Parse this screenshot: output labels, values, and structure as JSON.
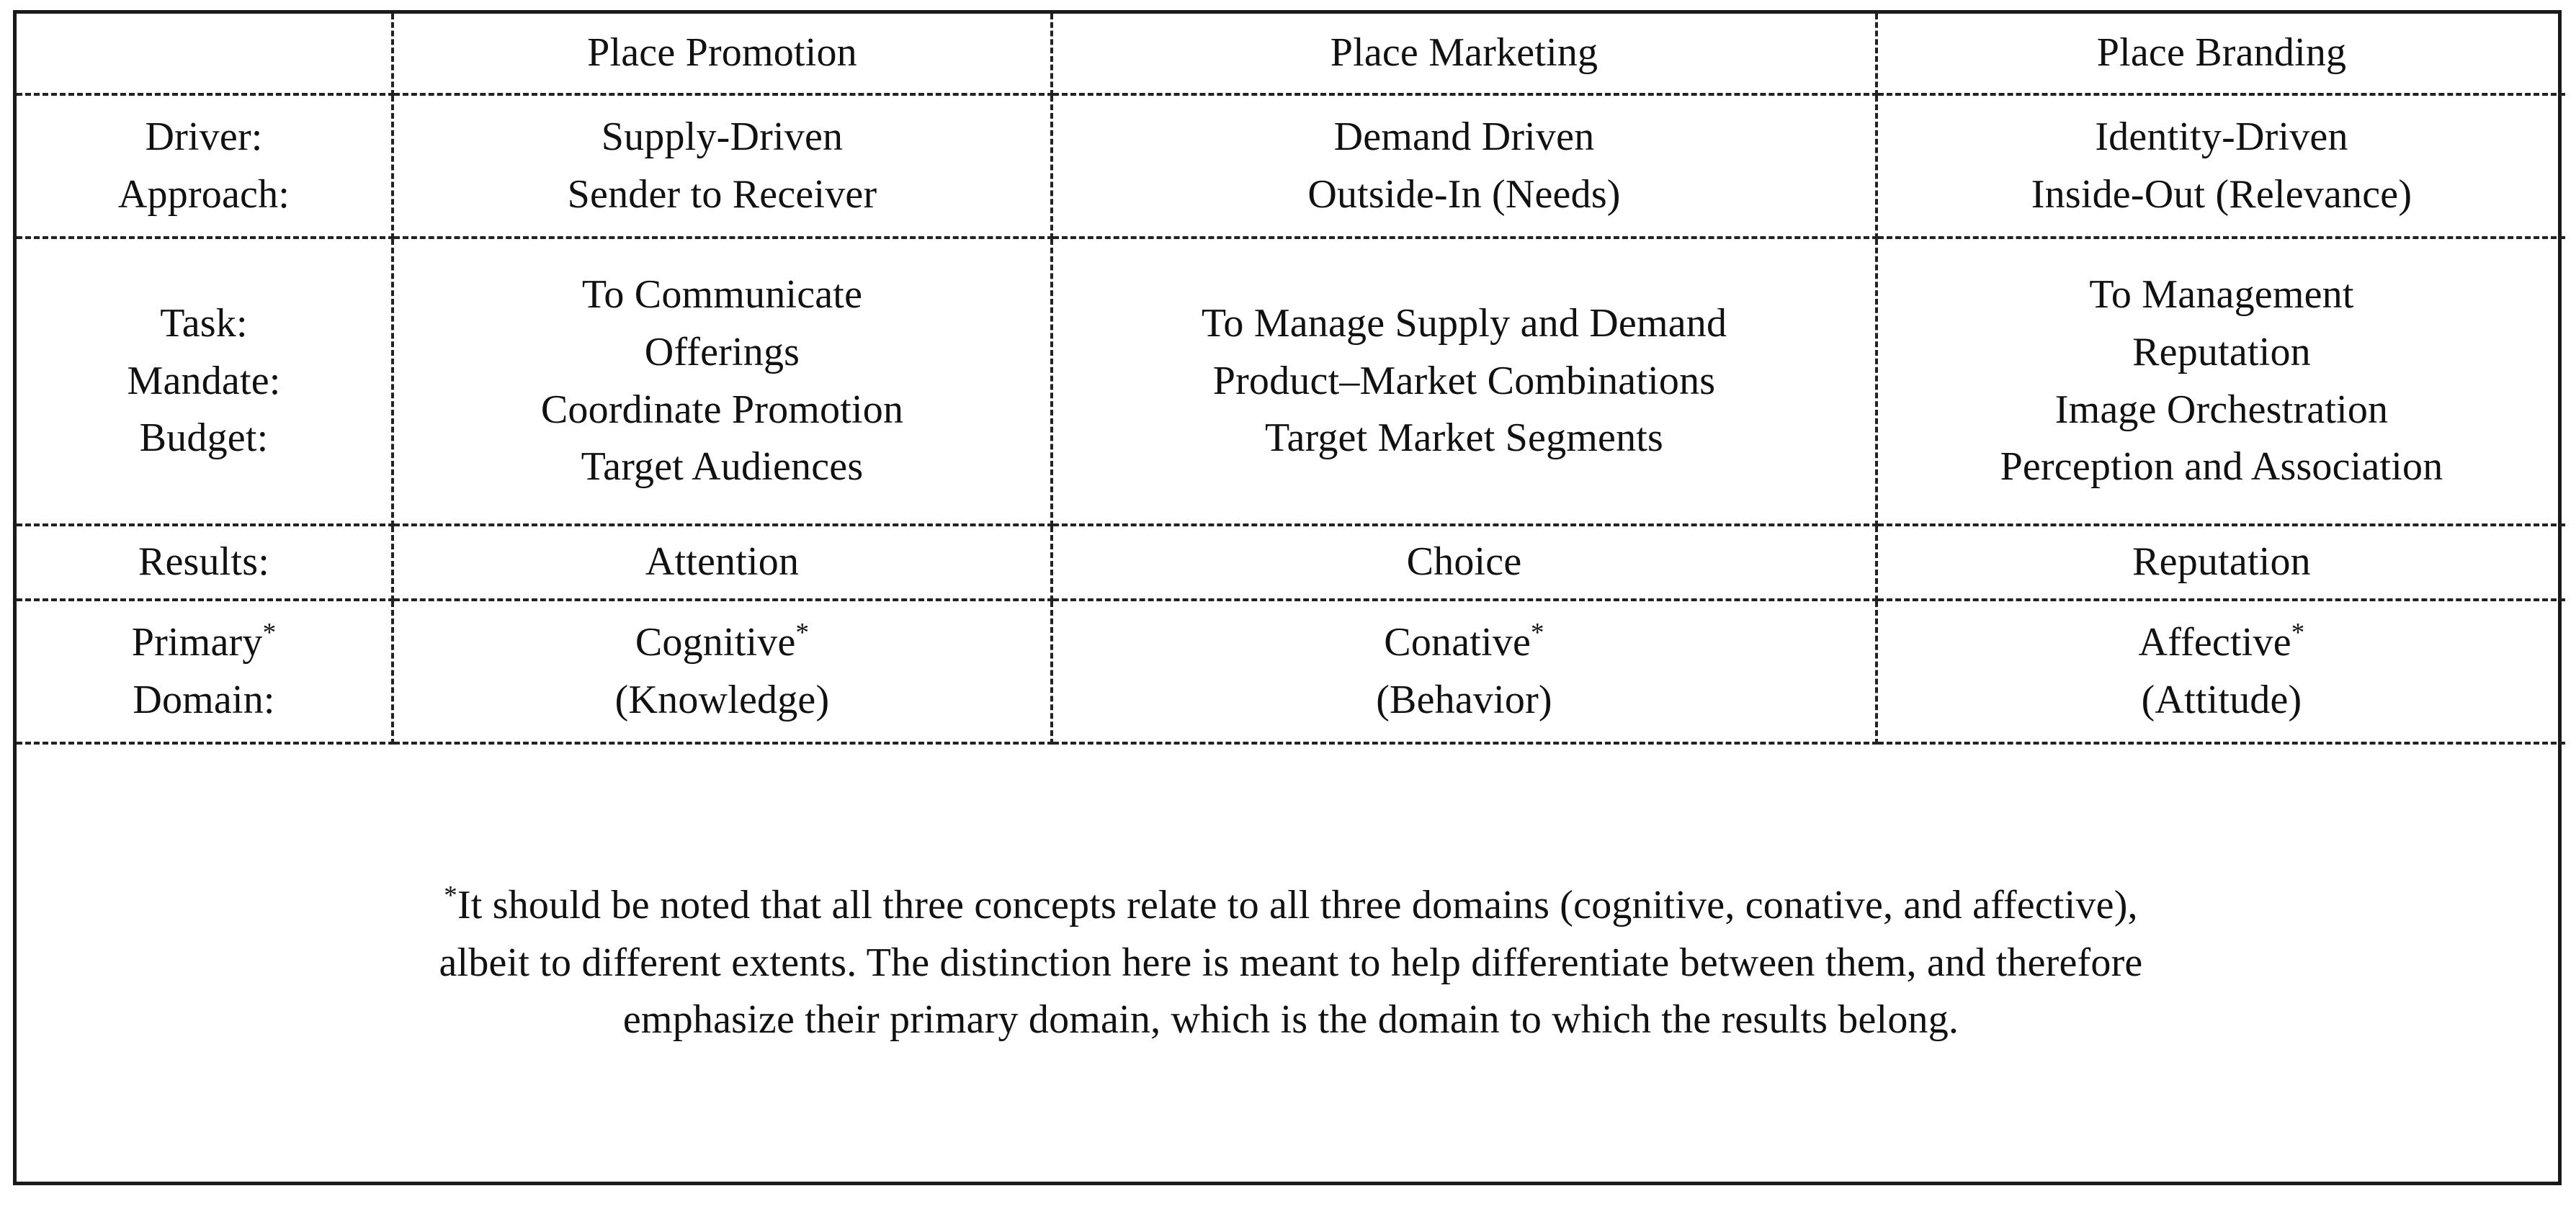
{
  "table": {
    "columns": [
      {
        "key": "label",
        "header": ""
      },
      {
        "key": "promotion",
        "header": "Place Promotion"
      },
      {
        "key": "marketing",
        "header": "Place Marketing"
      },
      {
        "key": "branding",
        "header": "Place Branding"
      }
    ],
    "rows": [
      {
        "name": "driver-approach",
        "labels": [
          "Driver:",
          "Approach:"
        ],
        "promotion": [
          "Supply-Driven",
          "Sender to Receiver"
        ],
        "marketing": [
          "Demand Driven",
          "Outside-In (Needs)"
        ],
        "branding": [
          "Identity-Driven",
          "Inside-Out (Relevance)"
        ]
      },
      {
        "name": "task-mandate-budget",
        "labels": [
          "Task:",
          "Mandate:",
          "Budget:"
        ],
        "promotion": [
          "To Communicate",
          "Offerings",
          "Coordinate Promotion",
          "Target Audiences"
        ],
        "marketing": [
          "To Manage Supply and Demand",
          "Product–Market Combinations",
          "Target Market Segments"
        ],
        "branding": [
          "To Management",
          "Reputation",
          "Image Orchestration",
          "Perception and Association"
        ]
      },
      {
        "name": "results",
        "labels": [
          "Results:"
        ],
        "promotion": [
          "Attention"
        ],
        "marketing": [
          "Choice"
        ],
        "branding": [
          "Reputation"
        ]
      },
      {
        "name": "primary-domain",
        "labels": [
          "Primary*",
          "Domain:"
        ],
        "promotion": [
          "Cognitive*",
          "(Knowledge)"
        ],
        "marketing": [
          "Conative*",
          "(Behavior)"
        ],
        "branding": [
          "Affective*",
          "(Attitude)"
        ]
      }
    ],
    "footnote": {
      "marker": "*",
      "lines": [
        "*It should be noted that all three concepts relate to all three domains (cognitive, conative, and affective),",
        "albeit to different extents. The distinction here is meant to help differentiate between them, and therefore",
        "emphasize their primary domain, which is the domain to which the results belong."
      ],
      "text": "*It should be noted that all three concepts relate to all three domains (cognitive, conative, and affective), albeit to different extents. The distinction here is meant to help differentiate between them, and therefore emphasize their primary domain, which is the domain to which the results belong."
    }
  },
  "style": {
    "border_color": "#1a1a1a",
    "dash_color": "#222222",
    "text_color": "#111111",
    "background": "#ffffff"
  }
}
